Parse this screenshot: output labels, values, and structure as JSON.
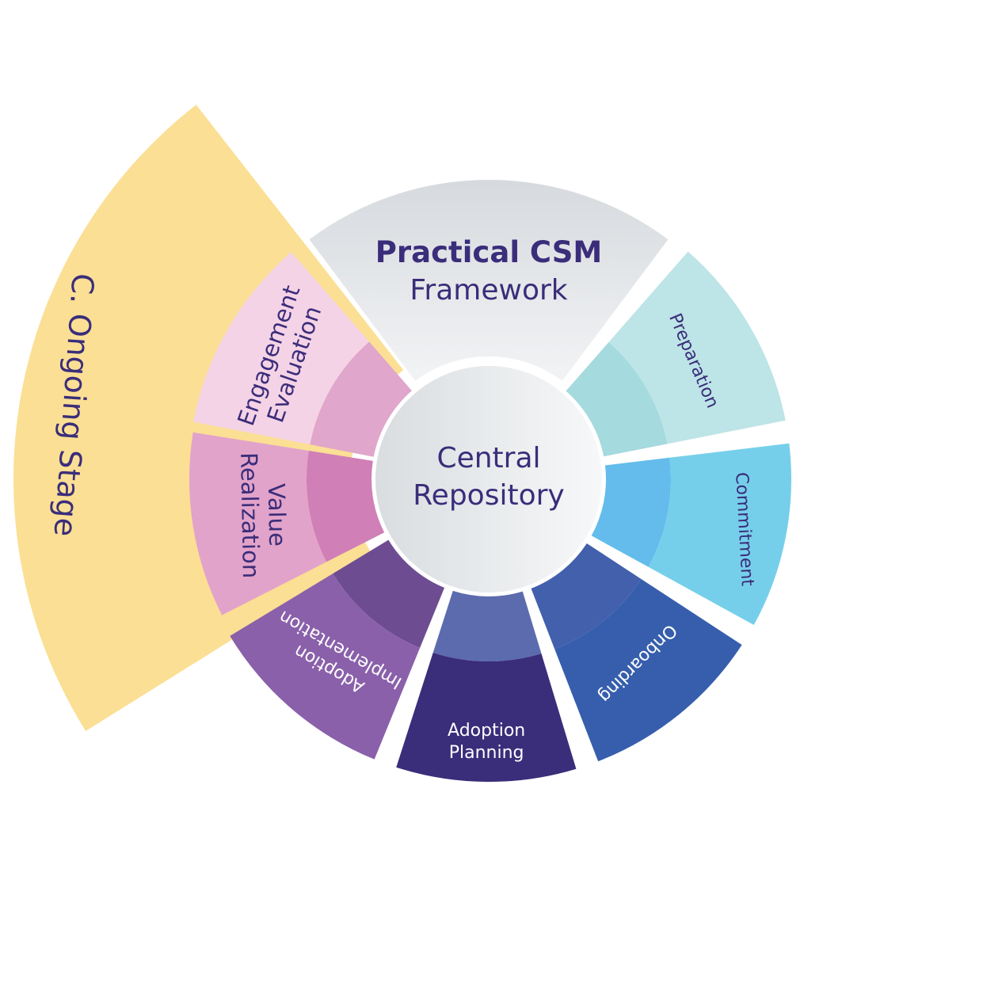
{
  "title": {
    "line1": "Practical CSM",
    "line2": "Framework"
  },
  "center": {
    "line1": "Central",
    "line2": "Repository"
  },
  "ongoing_stage": {
    "label": "C. Ongoing Stage",
    "color": "#FBDF94"
  },
  "segments": [
    {
      "id": "preparation",
      "lines": [
        "Preparation"
      ],
      "color": "#BDE4E6",
      "inner_color": "#A5DADF",
      "text_color": "#3A2D7A"
    },
    {
      "id": "commitment",
      "lines": [
        "Commitment"
      ],
      "color": "#76CFEA",
      "inner_color": "#63BCEB",
      "text_color": "#3A2D7A"
    },
    {
      "id": "onboarding",
      "lines": [
        "Onboarding"
      ],
      "color": "#365EAD",
      "inner_color": "#4260AC",
      "text_color": "#FFFFFF"
    },
    {
      "id": "adoption-planning",
      "lines": [
        "Adoption",
        "Planning"
      ],
      "color": "#3A2D7A",
      "inner_color": "#5B6BAE",
      "text_color": "#FFFFFF"
    },
    {
      "id": "adoption-implementation",
      "lines": [
        "Adoption",
        "Implementation"
      ],
      "color": "#8A60AA",
      "inner_color": "#6E4C92",
      "text_color": "#FFFFFF"
    },
    {
      "id": "value-realization",
      "lines": [
        "Value",
        "Realization"
      ],
      "color": "#E2A3CA",
      "inner_color": "#D07FB7",
      "text_color": "#3A2D7A"
    },
    {
      "id": "engagement-evaluation",
      "lines": [
        "Engagement",
        "Evaluation"
      ],
      "color": "#F5D3E6",
      "inner_color": "#E0A6CB",
      "text_color": "#3A2D7A"
    }
  ],
  "colors": {
    "title_text": "#3A2D7A",
    "title_segment": "#DADEE1",
    "hub": "#E4E7EA"
  }
}
